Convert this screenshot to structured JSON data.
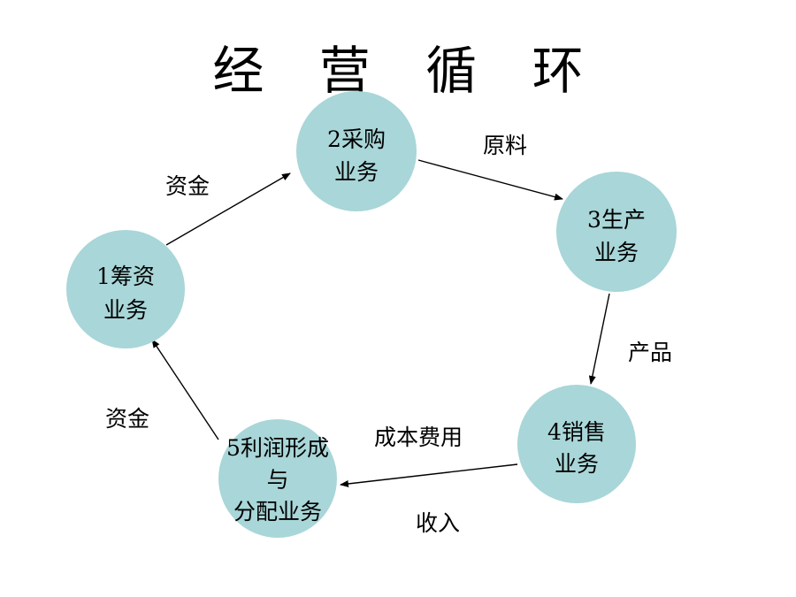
{
  "title": "经 营 循 环",
  "nodes": [
    {
      "id": "n2",
      "lines": [
        "2采购",
        "业务"
      ]
    },
    {
      "id": "n3",
      "lines": [
        "3生产",
        "业务"
      ]
    },
    {
      "id": "n4",
      "lines": [
        "4销售",
        "业务"
      ]
    },
    {
      "id": "n5",
      "lines": [
        "5利润形成",
        "与",
        "分配业务"
      ]
    },
    {
      "id": "n1",
      "lines": [
        "1筹资",
        "业务"
      ]
    }
  ],
  "edge_labels": {
    "funds_top": "资金",
    "raw_material": "原料",
    "product": "产品",
    "cost": "成本费用",
    "income": "收入",
    "funds_bottom": "资金"
  },
  "colors": {
    "node_fill": "#a9d6d8",
    "edge": "#000000"
  }
}
